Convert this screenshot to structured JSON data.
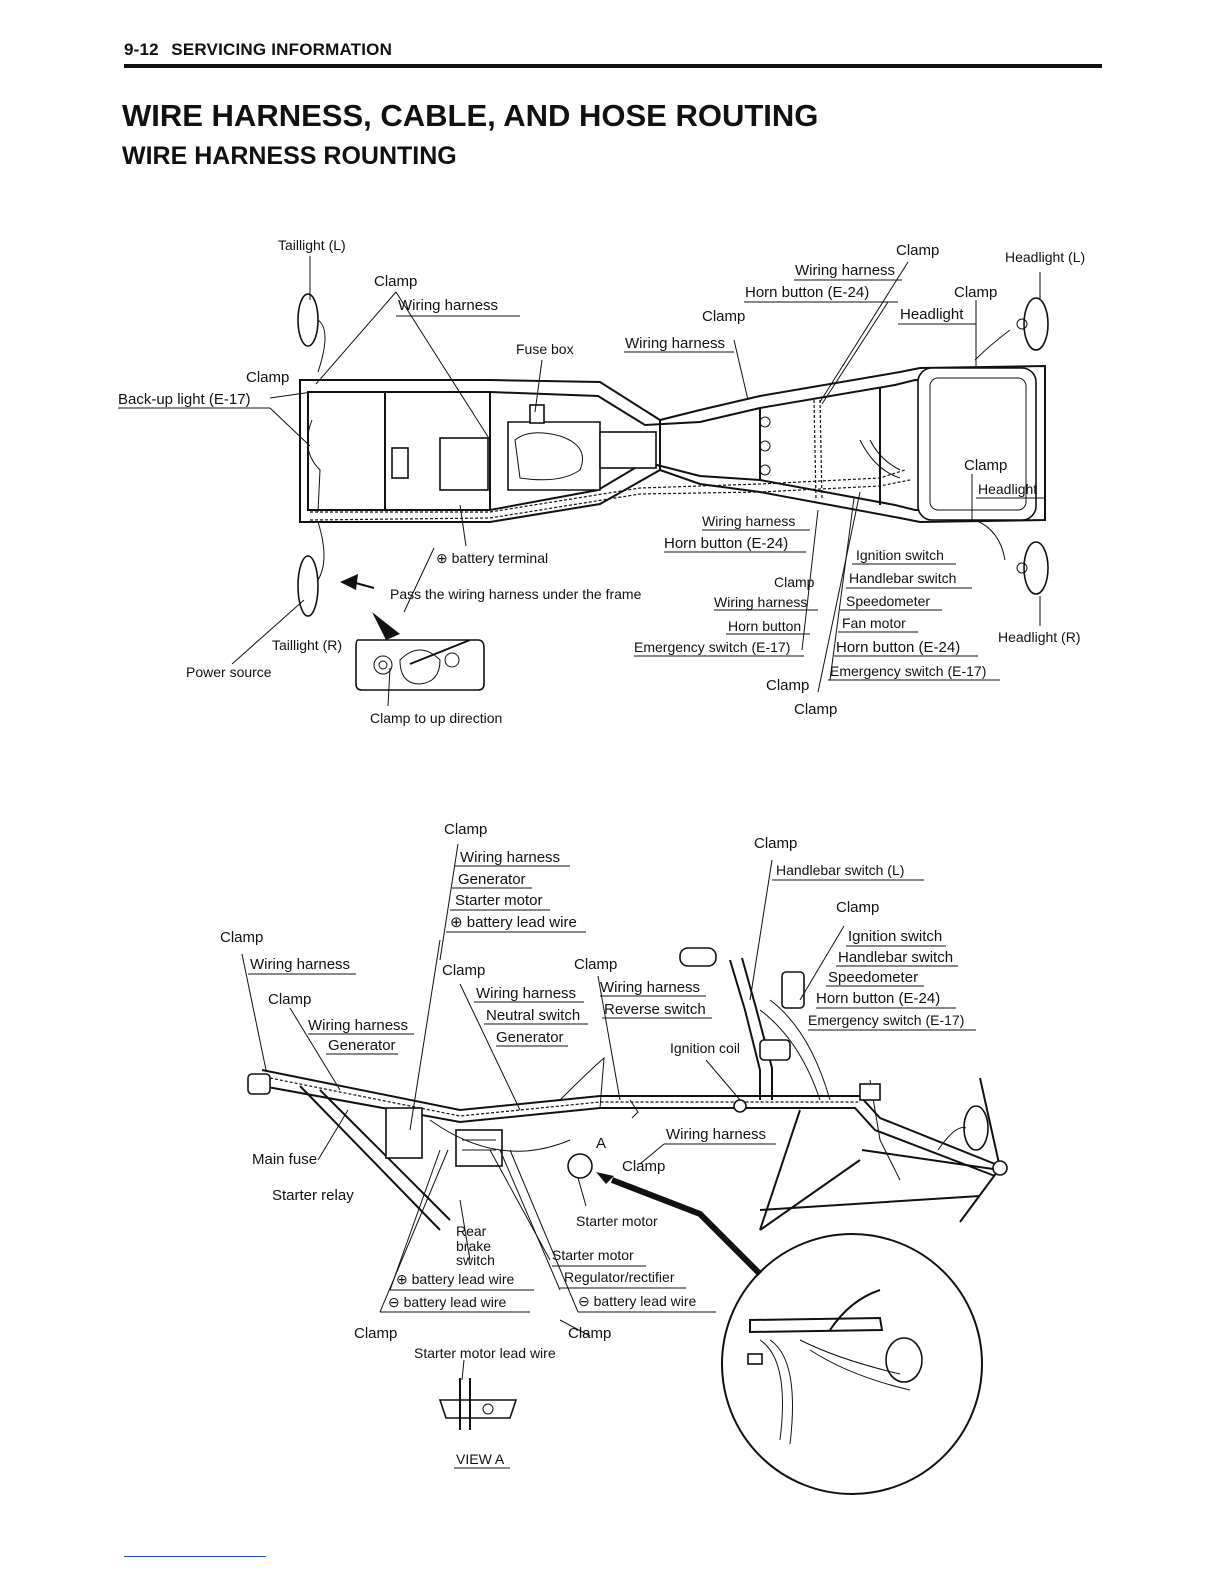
{
  "header": {
    "page": "9-12",
    "section": "SERVICING INFORMATION"
  },
  "title": "WIRE HARNESS, CABLE, AND HOSE ROUTING",
  "subtitle": "WIRE HARNESS ROUNTING",
  "top_labels": {
    "taillight_l": "Taillight (L)",
    "clamp_a": "Clamp",
    "wiring_harness_a": "Wiring harness",
    "fuse_box": "Fuse box",
    "wiring_harness_b": "Wiring harness",
    "clamp_b": "Clamp",
    "horn_button_e24_a": "Horn button (E-24)",
    "wiring_harness_c": "Wiring harness",
    "clamp_c": "Clamp",
    "clamp_d": "Clamp",
    "headlight_a": "Headlight",
    "headlight_l": "Headlight (L)",
    "clamp_e": "Clamp",
    "backup_light": "Back-up light (E-17)",
    "clamp_f": "Clamp",
    "headlight_b": "Headlight",
    "wiring_harness_d": "Wiring harness",
    "horn_button_e24_b": "Horn button (E-24)",
    "battery_terminal": "⊕ battery terminal",
    "pass_harness": "Pass the wiring harness under the frame",
    "ignition_switch": "Ignition switch",
    "clamp_g": "Clamp",
    "handlebar_switch": "Handlebar switch",
    "wiring_harness_e": "Wiring harness",
    "speedometer": "Speedometer",
    "horn_button": "Horn button",
    "fan_motor": "Fan motor",
    "emergency_switch_a": "Emergency switch (E-17)",
    "horn_button_e24_c": "Horn button (E-24)",
    "headlight_r": "Headlight (R)",
    "taillight_r": "Taillight (R)",
    "clamp_h": "Clamp",
    "emergency_switch_b": "Emergency switch (E-17)",
    "power_source": "Power source",
    "clamp_i": "Clamp",
    "clamp_up": "Clamp to up direction"
  },
  "bottom_labels": {
    "clamp_1": "Clamp",
    "wiring_harness_1": "Wiring harness",
    "generator_1": "Generator",
    "starter_motor_1": "Starter motor",
    "battery_lead_1": "⊕ battery lead wire",
    "clamp_2": "Clamp",
    "handlebar_switch_l": "Handlebar switch (L)",
    "clamp_3": "Clamp",
    "ignition_switch": "Ignition switch",
    "handlebar_switch": "Handlebar switch",
    "speedometer": "Speedometer",
    "horn_button_e24": "Horn button (E-24)",
    "emergency_switch": "Emergency switch (E-17)",
    "clamp_4": "Clamp",
    "wiring_harness_2": "Wiring harness",
    "clamp_5": "Clamp",
    "clamp_6": "Clamp",
    "wiring_harness_3": "Wiring harness",
    "clamp_7": "Clamp",
    "wiring_harness_4": "Wiring harness",
    "wiring_harness_5": "Wiring harness",
    "reverse_switch": "Reverse switch",
    "neutral_switch": "Neutral switch",
    "generator_2": "Generator",
    "generator_3": "Generator",
    "ignition_coil": "Ignition coil",
    "view_a_mark": "A",
    "wiring_harness_6": "Wiring harness",
    "main_fuse": "Main fuse",
    "clamp_8": "Clamp",
    "starter_relay": "Starter relay",
    "starter_motor_2": "Starter motor",
    "rear": "Rear",
    "brake": "brake",
    "switch": "switch",
    "starter_motor_3": "Starter motor",
    "battery_lead_2": "⊕ battery lead wire",
    "regulator": "Regulator/rectifier",
    "neg_battery_lead_1": "⊖ battery lead wire",
    "neg_battery_lead_2": "⊖ battery lead wire",
    "clamp_9": "Clamp",
    "clamp_10": "Clamp",
    "starter_lead": "Starter motor lead wire",
    "view_a": "VIEW A"
  }
}
